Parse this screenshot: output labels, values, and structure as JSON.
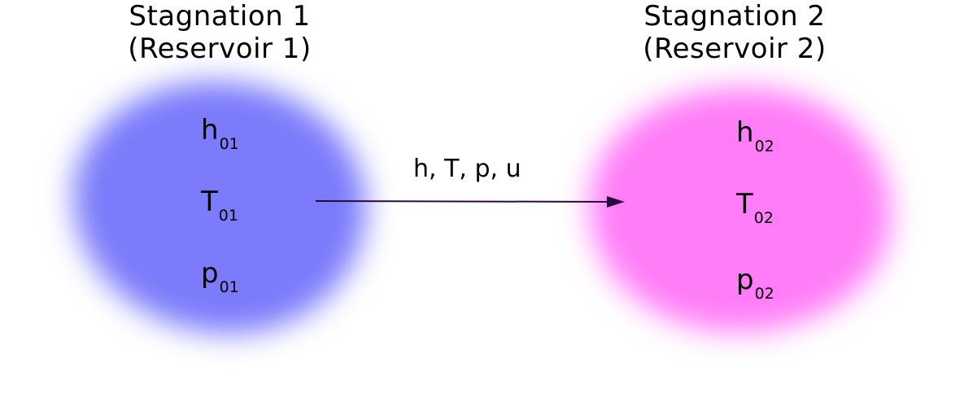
{
  "reservoir1": {
    "title_line1": "Stagnation 1",
    "title_line2": "(Reservoir 1)",
    "color": "#7b7bfb",
    "vars": [
      {
        "sym": "h",
        "sub": "01"
      },
      {
        "sym": "T",
        "sub": "01"
      },
      {
        "sym": "p",
        "sub": "01"
      }
    ]
  },
  "reservoir2": {
    "title_line1": "Stagnation 2",
    "title_line2": "(Reservoir 2)",
    "color": "#ff7df8",
    "vars": [
      {
        "sym": "h",
        "sub": "02"
      },
      {
        "sym": "T",
        "sub": "02"
      },
      {
        "sym": "p",
        "sub": "02"
      }
    ]
  },
  "flow": {
    "label": "h, T, p, u",
    "arrow_color": "#2a0a3a"
  }
}
